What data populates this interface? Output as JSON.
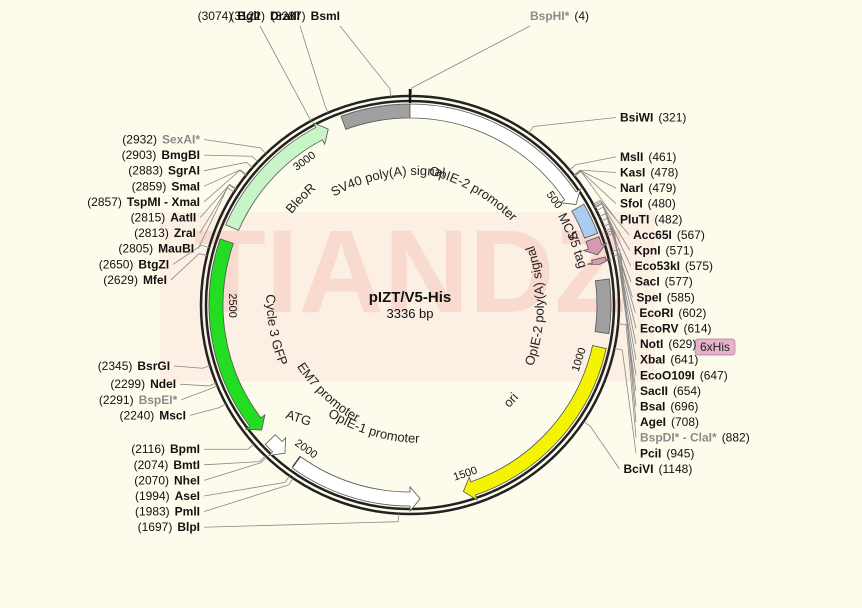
{
  "plasmid": {
    "name": "pIZT/V5-His",
    "length_label": "3336 bp",
    "length": 3336
  },
  "watermark": "TIANDZ",
  "colors": {
    "backbone": "#222222",
    "leader": "#888888",
    "ori": "#f4f400",
    "gfp": "#22dd22",
    "bleor": "#c8f5c8",
    "promoter": "#ffffff",
    "polyA": "#a0a0a0",
    "mcs": "#a9ccf0",
    "v5": "#d79ab5",
    "hisTag": "#e5b4cc",
    "watermark": "#f7c9c0",
    "background": "#fdfcec"
  },
  "ticks": [
    {
      "pos": 500,
      "label": "500"
    },
    {
      "pos": 1000,
      "label": "1000"
    },
    {
      "pos": 1500,
      "label": "1500"
    },
    {
      "pos": 2000,
      "label": "2000"
    },
    {
      "pos": 2500,
      "label": "2500"
    },
    {
      "pos": 3000,
      "label": "3000"
    }
  ],
  "features": [
    {
      "id": "sv40-polya",
      "label": "SV40 poly(A) signal",
      "type": "block",
      "start": 3150,
      "end": 3336,
      "color": "#a0a0a0"
    },
    {
      "id": "opie2-promoter",
      "label": "OpIE-2 promoter",
      "type": "arrow",
      "dir": "cw",
      "start": 0,
      "end": 545,
      "color": "#ffffff"
    },
    {
      "id": "mcs",
      "label": "MCS",
      "type": "block",
      "start": 555,
      "end": 640,
      "color": "#a9ccf0"
    },
    {
      "id": "v5-tag",
      "label": "V5 tag",
      "type": "arrow",
      "dir": "cw",
      "start": 650,
      "end": 695,
      "color": "#d79ab5"
    },
    {
      "id": "his-mark",
      "label": "",
      "type": "arrow",
      "dir": "cw",
      "start": 706,
      "end": 722,
      "color": "#d79ab5"
    },
    {
      "id": "opie2-polya",
      "label": "OpIE-2 poly(A) signal",
      "type": "block",
      "start": 765,
      "end": 910,
      "color": "#a0a0a0"
    },
    {
      "id": "ori",
      "label": "ori",
      "type": "arrow",
      "dir": "cw",
      "start": 950,
      "end": 1520,
      "color": "#f4f400"
    },
    {
      "id": "opie1-promoter",
      "label": "OpIE-1 promoter",
      "type": "arrow",
      "dir": "ccw",
      "start": 1640,
      "end": 2000,
      "color": "#ffffff"
    },
    {
      "id": "em7-promoter",
      "label": "EM7 promoter",
      "type": "arrow",
      "dir": "ccw",
      "start": 2040,
      "end": 2095,
      "color": "#ffffff"
    },
    {
      "id": "cycle3-gfp",
      "label": "Cycle 3 GFP",
      "type": "arrow",
      "dir": "ccw",
      "start": 2130,
      "end": 2680,
      "color": "#22dd22"
    },
    {
      "id": "bleor",
      "label": "BleoR",
      "type": "arrow",
      "dir": "cw",
      "start": 2720,
      "end": 3105,
      "color": "#c8f5c8"
    }
  ],
  "inner_labels": [
    {
      "id": "atg",
      "label": "ATG"
    }
  ],
  "sites": [
    {
      "name": "BsmI",
      "pos_label": "(3287)",
      "pos": 3287,
      "gray": false
    },
    {
      "name": "BspHI*",
      "pos_label": "(4)",
      "pos": 4,
      "gray": true
    },
    {
      "name": "BsiWI",
      "pos_label": "(321)",
      "pos": 321,
      "gray": false
    },
    {
      "name": "MslI",
      "pos_label": "(461)",
      "pos": 461,
      "gray": false
    },
    {
      "name": "KasI",
      "pos_label": "(478)",
      "pos": 478,
      "gray": false
    },
    {
      "name": "NarI",
      "pos_label": "(479)",
      "pos": 479,
      "gray": false
    },
    {
      "name": "SfoI",
      "pos_label": "(480)",
      "pos": 480,
      "gray": false
    },
    {
      "name": "PluTI",
      "pos_label": "(482)",
      "pos": 482,
      "gray": false
    },
    {
      "name": "Acc65I",
      "pos_label": "(567)",
      "pos": 567,
      "gray": false
    },
    {
      "name": "KpnI",
      "pos_label": "(571)",
      "pos": 571,
      "gray": false
    },
    {
      "name": "Eco53kI",
      "pos_label": "(575)",
      "pos": 575,
      "gray": false
    },
    {
      "name": "SacI",
      "pos_label": "(577)",
      "pos": 577,
      "gray": false
    },
    {
      "name": "SpeI",
      "pos_label": "(585)",
      "pos": 585,
      "gray": false
    },
    {
      "name": "EcoRI",
      "pos_label": "(602)",
      "pos": 602,
      "gray": false
    },
    {
      "name": "EcoRV",
      "pos_label": "(614)",
      "pos": 614,
      "gray": false
    },
    {
      "name": "NotI",
      "pos_label": "(629)",
      "pos": 629,
      "gray": false
    },
    {
      "name": "XbaI",
      "pos_label": "(641)",
      "pos": 641,
      "gray": false
    },
    {
      "name": "EcoO109I",
      "pos_label": "(647)",
      "pos": 647,
      "gray": false
    },
    {
      "name": "SacII",
      "pos_label": "(654)",
      "pos": 654,
      "gray": false
    },
    {
      "name": "BsaI",
      "pos_label": "(696)",
      "pos": 696,
      "gray": false
    },
    {
      "name": "AgeI",
      "pos_label": "(708)",
      "pos": 708,
      "gray": false
    },
    {
      "name": "BspDI* - ClaI*",
      "pos_label": "(882)",
      "pos": 882,
      "gray": true
    },
    {
      "name": "PciI",
      "pos_label": "(945)",
      "pos": 945,
      "gray": false
    },
    {
      "name": "BciVI",
      "pos_label": "(1148)",
      "pos": 1148,
      "gray": false
    },
    {
      "name": "BlpI",
      "pos_label": "(1697)",
      "pos": 1697,
      "gray": false
    },
    {
      "name": "PmlI",
      "pos_label": "(1983)",
      "pos": 1983,
      "gray": false
    },
    {
      "name": "AseI",
      "pos_label": "(1994)",
      "pos": 1994,
      "gray": false
    },
    {
      "name": "NheI",
      "pos_label": "(2070)",
      "pos": 2070,
      "gray": false
    },
    {
      "name": "BmtI",
      "pos_label": "(2074)",
      "pos": 2074,
      "gray": false
    },
    {
      "name": "BpmI",
      "pos_label": "(2116)",
      "pos": 2116,
      "gray": false
    },
    {
      "name": "MscI",
      "pos_label": "(2240)",
      "pos": 2240,
      "gray": false
    },
    {
      "name": "BspEI*",
      "pos_label": "(2291)",
      "pos": 2291,
      "gray": true
    },
    {
      "name": "NdeI",
      "pos_label": "(2299)",
      "pos": 2299,
      "gray": false
    },
    {
      "name": "BsrGI",
      "pos_label": "(2345)",
      "pos": 2345,
      "gray": false
    },
    {
      "name": "MfeI",
      "pos_label": "(2629)",
      "pos": 2629,
      "gray": false
    },
    {
      "name": "BtgZI",
      "pos_label": "(2650)",
      "pos": 2650,
      "gray": false
    },
    {
      "name": "MauBI",
      "pos_label": "(2805)",
      "pos": 2805,
      "gray": false
    },
    {
      "name": "ZraI",
      "pos_label": "(2813)",
      "pos": 2813,
      "gray": false
    },
    {
      "name": "AatII",
      "pos_label": "(2815)",
      "pos": 2815,
      "gray": false
    },
    {
      "name": "TspMI - XmaI",
      "pos_label": "(2857)",
      "pos": 2857,
      "gray": false
    },
    {
      "name": "SmaI",
      "pos_label": "(2859)",
      "pos": 2859,
      "gray": false
    },
    {
      "name": "SgrAI",
      "pos_label": "(2883)",
      "pos": 2883,
      "gray": false
    },
    {
      "name": "BmgBI",
      "pos_label": "(2903)",
      "pos": 2903,
      "gray": false
    },
    {
      "name": "SexAI*",
      "pos_label": "(2932)",
      "pos": 2932,
      "gray": true
    },
    {
      "name": "BglI",
      "pos_label": "(3074)",
      "pos": 3074,
      "gray": false
    },
    {
      "name": "DraIII",
      "pos_label": "(3122)",
      "pos": 3122,
      "gray": false
    }
  ],
  "his_tag_label": "6xHis"
}
